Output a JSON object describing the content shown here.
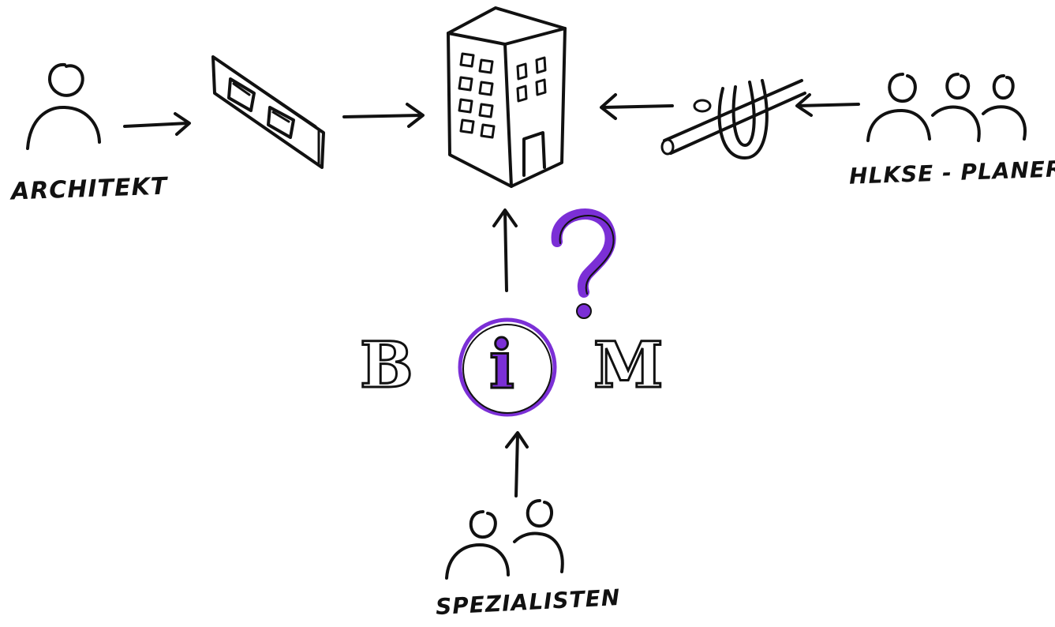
{
  "labels": {
    "architect": "ARCHITEKT",
    "hvac": "HLKSE - PLANER",
    "specialists": "SPEZIALISTEN"
  },
  "bim": {
    "b": "B",
    "i": "i",
    "m": "M",
    "question": "?"
  },
  "colors": {
    "ink": "#111111",
    "accent": "#7b2fd6"
  },
  "icons": {
    "architect": "person-icon",
    "wall": "wall-icon",
    "building": "building-icon",
    "pipe": "pipe-icon",
    "hvac_group": "people-group-icon",
    "specialists": "people-pair-icon"
  }
}
